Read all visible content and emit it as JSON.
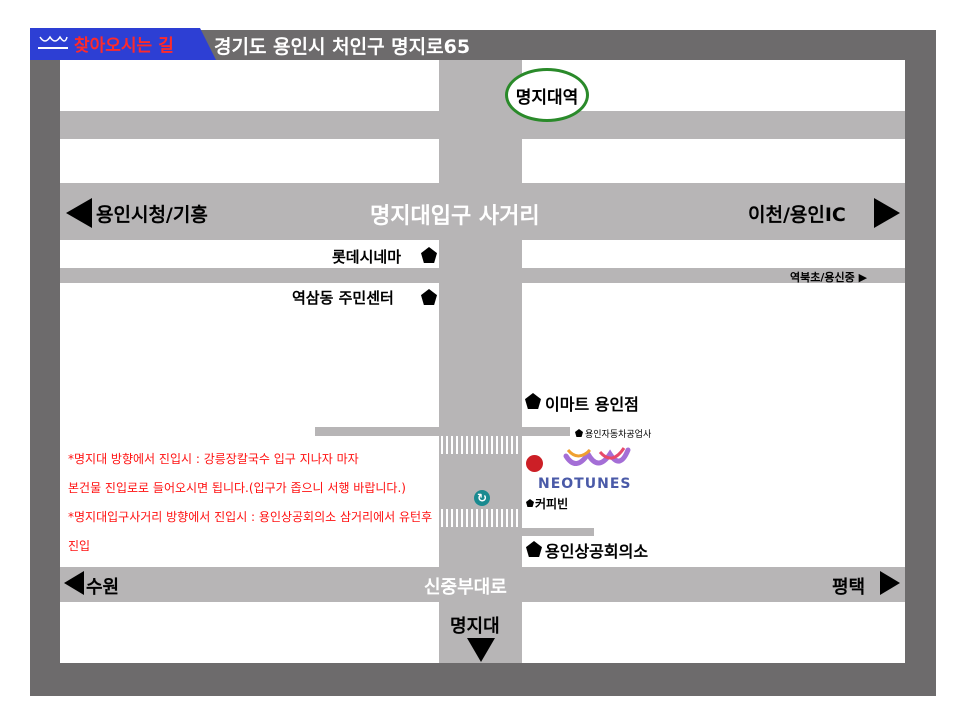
{
  "header": {
    "title": "찾아오시는 길",
    "address": "경기도 용인시 처인구 명지로65",
    "logo_text": "NEOTUNES"
  },
  "map": {
    "station_label": "명지대역",
    "intersection_label": "명지대입구 사거리",
    "left_direction": "용인시청/기흥",
    "right_direction": "이천/용인IC",
    "lotte_cinema": "롯데시네마",
    "community_center": "역삼동 주민센터",
    "side_road_label": "역북초/용신중 ▶",
    "emart": "이마트 용인점",
    "car_industry": "용인자동차공업사",
    "coffee": "커피빈",
    "chamber": "용인상공회의소",
    "company_logo": "NEOTUNES",
    "bottom_road": "신중부대로",
    "bottom_left": "수원",
    "bottom_right": "평택",
    "bottom_center": "명지대"
  },
  "notes": {
    "line1": "*명지대 방향에서 진입시 : 강릉장칼국수 입구 지나자 마자",
    "line2": "본건물 진입로로 들어오시면 됩니다.(입구가 좁으니 서행 바랍니다.)",
    "line3": "*명지대입구사거리 방향에서 진입시 : 용인상공회의소 삼거리에서 유턴후",
    "line4": "진입"
  },
  "colors": {
    "frame": "#6d6b6c",
    "road": "#b7b5b6",
    "header_badge": "#2d3fd4",
    "badge_text": "#ff2a2a",
    "station_ring": "#2a8a2a",
    "location_dot": "#cc1f26",
    "uturn_icon": "#1a8a90",
    "note_text": "#ff1111"
  }
}
